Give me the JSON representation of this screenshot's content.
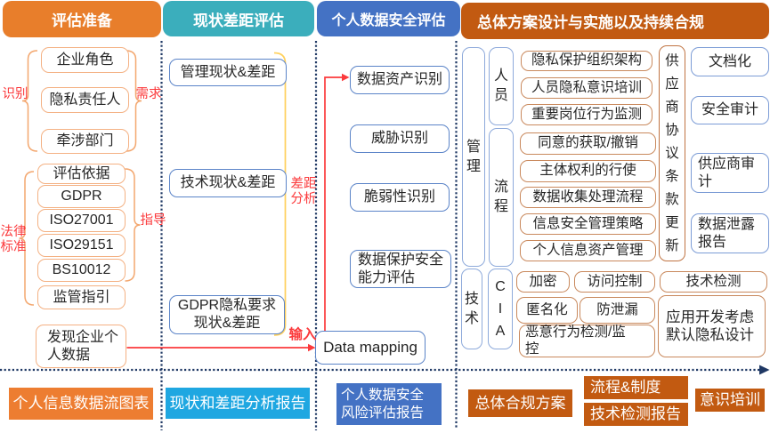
{
  "palette": {
    "header_prepare": "#E87E2B",
    "header_gap": "#3BAEBC",
    "header_security": "#4472C4",
    "header_overall": "#C25A11",
    "orange_border": "#F4B183",
    "blue_border": "#5B84C8",
    "light_blue_border": "#8EAADB",
    "brown_border": "#C9895D",
    "yellow_bracket": "#FFD15C",
    "red_accent": "#FB3A3C",
    "dotted_navy": "#1F3864",
    "output_orange": "#ED7D31",
    "output_cyan": "#1FA7E1",
    "output_blue": "#4472C4",
    "output_dark_orange": "#C25A11"
  },
  "headers": {
    "prepare": "评估准备",
    "gap": "现状差距评估",
    "security": "个人数据安全评估",
    "overall": "总体方案设计与实施以及持续合规"
  },
  "prepare": {
    "group1": {
      "items": [
        "企业角色",
        "隐私责任人",
        "牵涉部门"
      ],
      "left_label": "识别",
      "right_label": "需求"
    },
    "group2": {
      "items": [
        "评估依据",
        "GDPR",
        "ISO27001",
        "ISO29151",
        "BS10012",
        "监管指引"
      ],
      "left_label": "法律\n标准",
      "right_label": "指导"
    },
    "discover": "发现企业个人数据"
  },
  "gap": {
    "boxes": [
      "管理现状&差距",
      "技术现状&差距",
      "GDPR隐私要求现状&差距"
    ],
    "bracket_label": "差距\n分析",
    "input_label": "输入"
  },
  "security": {
    "boxes": [
      "数据资产识别",
      "威胁识别",
      "脆弱性识别",
      "数据保护安全能力评估"
    ],
    "data_mapping": "Data mapping"
  },
  "overall": {
    "categories": {
      "manage": "管\n理",
      "people": "人\n员",
      "process": "流\n程",
      "tech": "技\n术",
      "cia": "C\nI\nA"
    },
    "people_items": [
      "隐私保护组织架构",
      "人员隐私意识培训",
      "重要岗位行为监测"
    ],
    "process_items": [
      "同意的获取/撤销",
      "主体权利的行使",
      "数据收集处理流程",
      "信息安全管理策略",
      "个人信息资产管理"
    ],
    "tech_items": [
      "加密",
      "访问控制",
      "匿名化",
      "防泄漏",
      "恶意行为检测/监控"
    ],
    "tech_right_items": [
      "技术检测",
      "应用开发考虑默认隐私设计"
    ],
    "supplier": "供\n应\n商\n协\n议\n条\n款\n更\n新",
    "right_items": [
      "文档化",
      "安全审计",
      "供应商审计",
      "数据泄露报告"
    ]
  },
  "outputs": {
    "data_flow": "个人信息数据流图表",
    "gap_report": "现状和差距分析报告",
    "risk_report": "个人数据安全风险评估报告",
    "overall_plan": "总体合规方案",
    "process_system": "流程&制度",
    "tech_report": "技术检测报告",
    "awareness": "意识培训"
  }
}
